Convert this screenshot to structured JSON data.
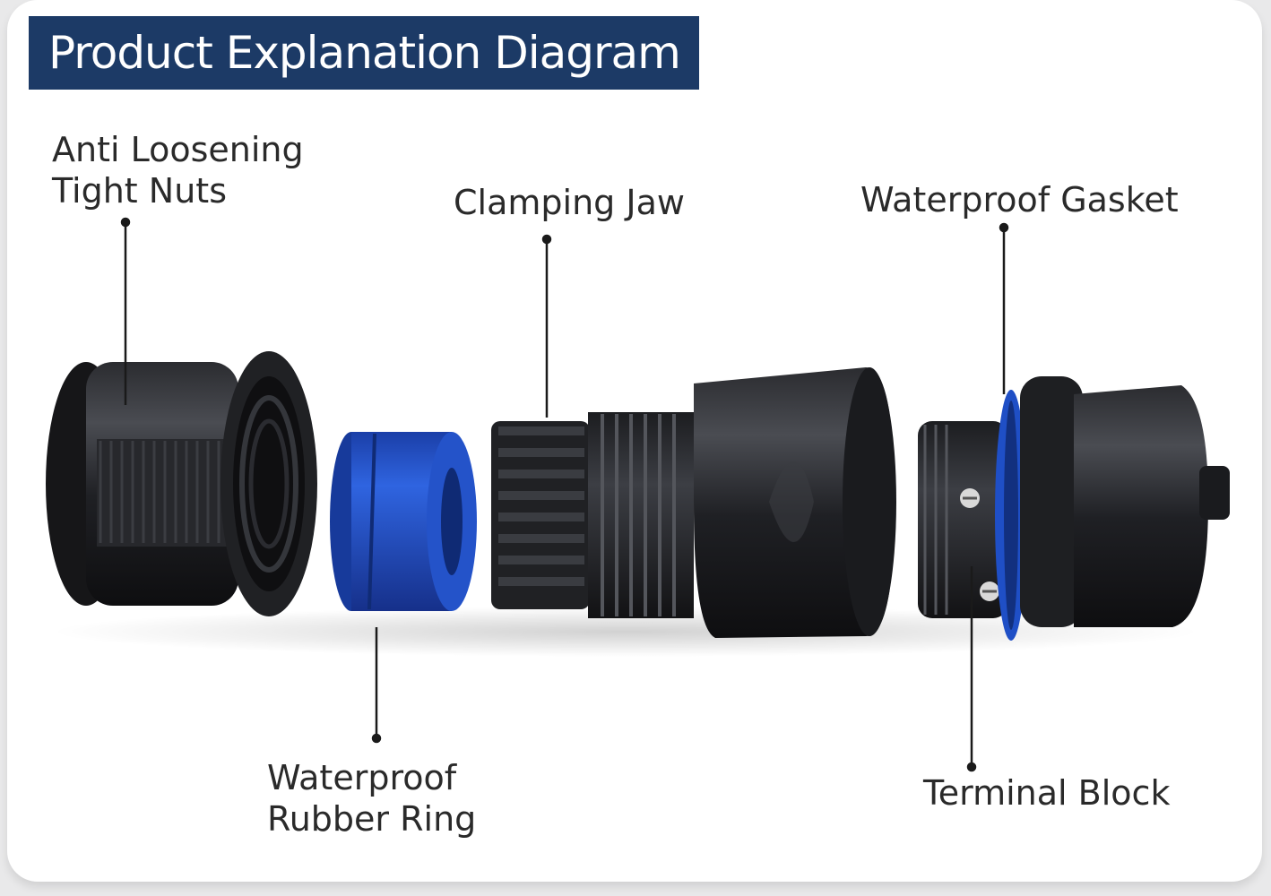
{
  "title": "Product Explanation Diagram",
  "labels": {
    "nuts": [
      "Anti Loosening",
      "Tight Nuts"
    ],
    "jaw": "Clamping Jaw",
    "gasket": "Waterproof Gasket",
    "ring": [
      "Waterproof",
      "Rubber Ring"
    ],
    "terminal": "Terminal Block"
  },
  "colors": {
    "banner": "#1c3a66",
    "part_black": "#1e1f22",
    "ring_blue": "#1f4fc6"
  }
}
